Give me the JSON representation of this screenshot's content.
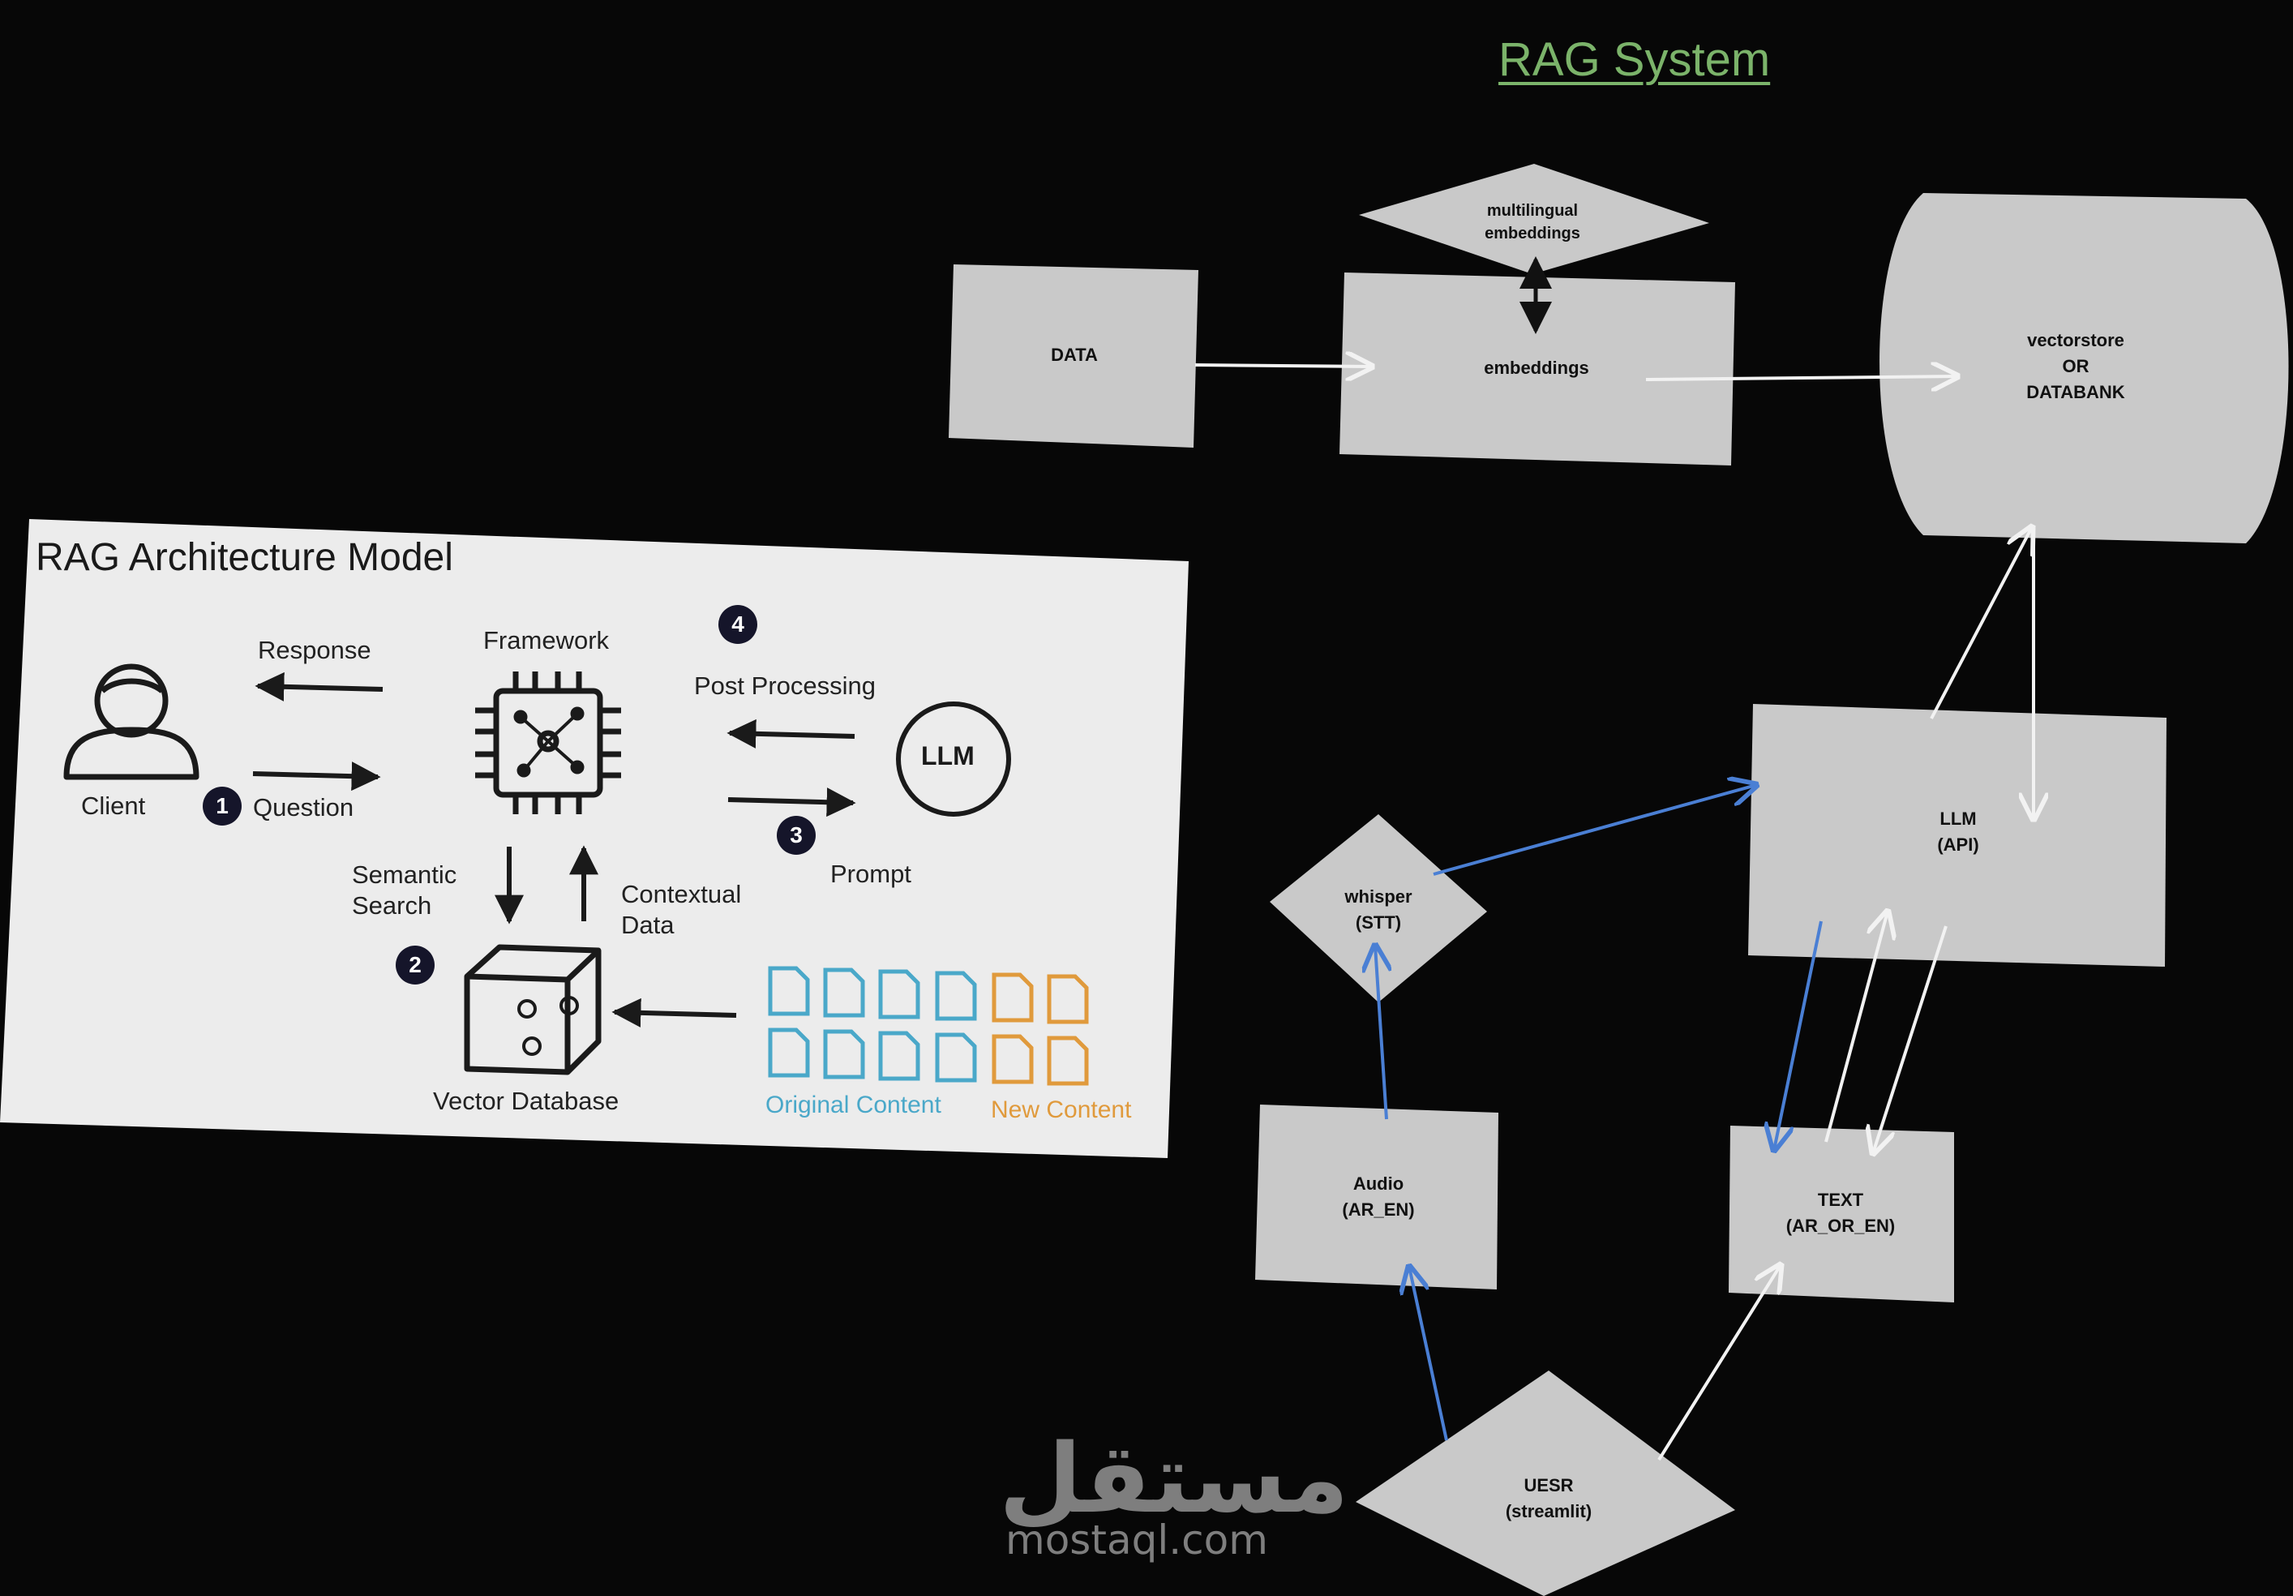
{
  "system": {
    "title": "RAG System",
    "nodes": {
      "data": "DATA",
      "multilingual": [
        "multilingual",
        "embeddings"
      ],
      "embeddings": "embeddings",
      "vectorstore": [
        "vectorstore",
        "OR",
        "DATABANK"
      ],
      "llm_api": [
        "LLM",
        "(API)"
      ],
      "whisper": [
        "whisper",
        "(STT)"
      ],
      "audio": [
        "Audio",
        "(AR_EN)"
      ],
      "text": [
        "TEXT",
        "(AR_OR_EN)"
      ],
      "user": [
        "UESR",
        "(streamlit)"
      ]
    }
  },
  "architecture": {
    "title": "RAG Architecture Model",
    "client": "Client",
    "response": "Response",
    "question": "Question",
    "framework": "Framework",
    "post_processing": "Post Processing",
    "prompt": "Prompt",
    "llm": "LLM",
    "semantic_search": [
      "Semantic",
      "Search"
    ],
    "contextual_data": [
      "Contextual",
      "Data"
    ],
    "vector_database": "Vector Database",
    "original_content": "Original Content",
    "new_content": "New Content",
    "steps": [
      "1",
      "2",
      "3",
      "4"
    ]
  },
  "watermark": {
    "arabic": "مستقل",
    "latin": "mostaql.com"
  },
  "colors": {
    "background": "#070707",
    "node_fill": "#c9c9c9",
    "title_green": "#7bb36a",
    "arrow_white": "#f2f2f2",
    "arrow_blue": "#4a7fd4",
    "card_bg": "#ececec",
    "original_content": "#4aa8c9",
    "new_content": "#e09a3c"
  }
}
